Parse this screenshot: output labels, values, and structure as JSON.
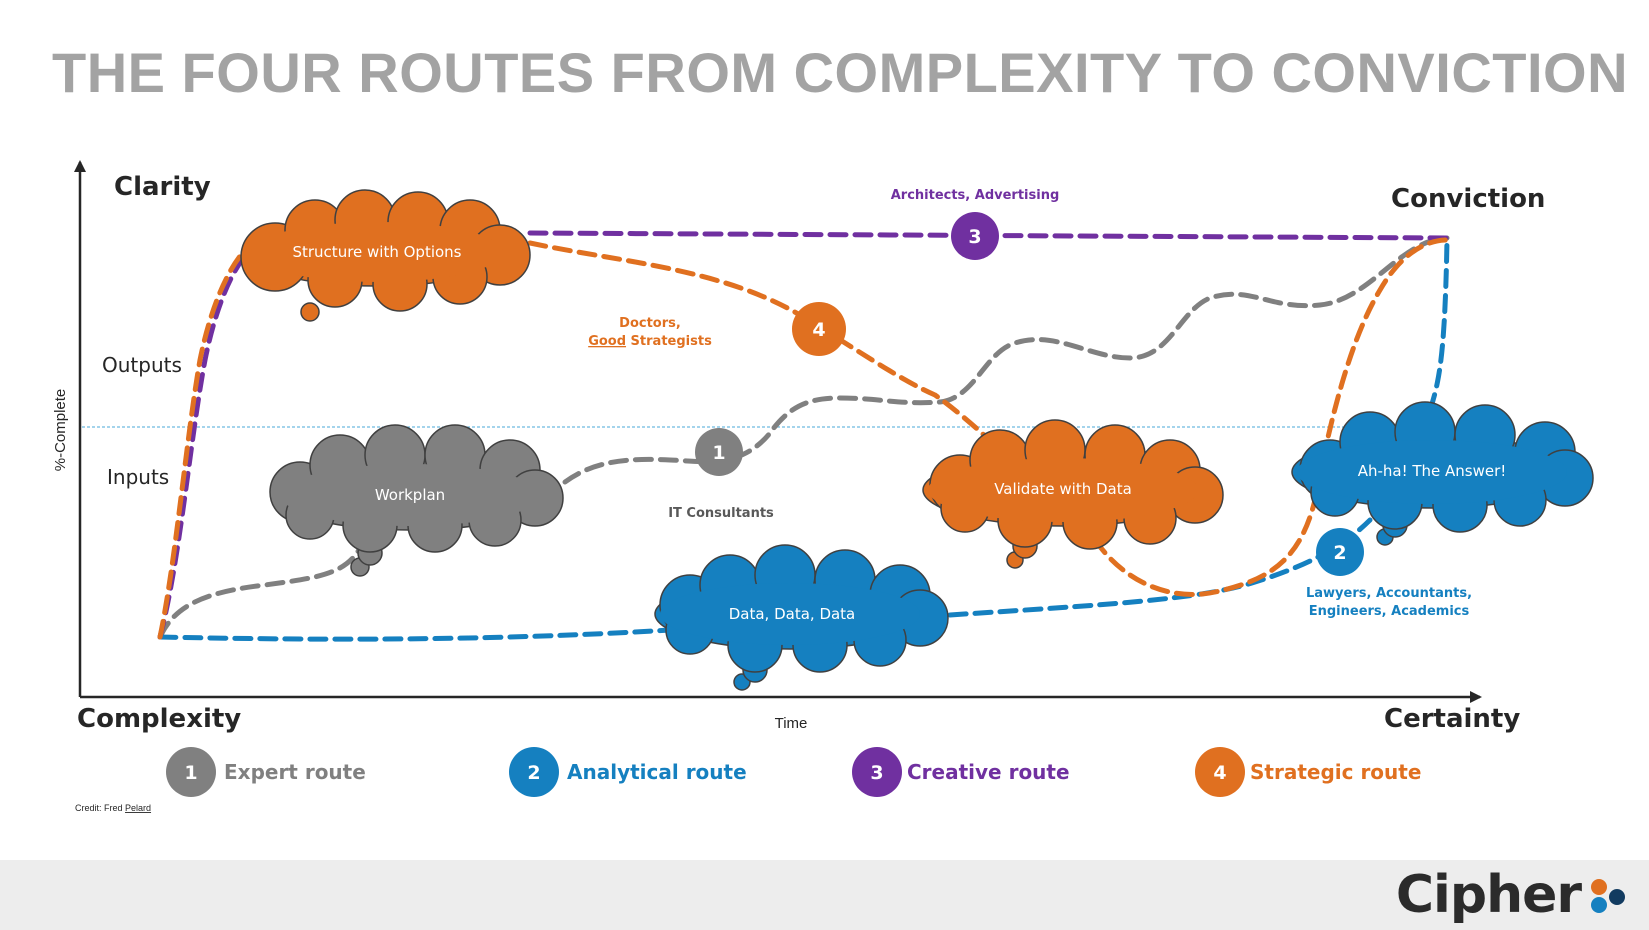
{
  "title": "THE FOUR ROUTES FROM COMPLEXITY TO CONVICTION",
  "colors": {
    "grey": "#808080",
    "blue": "#1580c0",
    "purple": "#7030a0",
    "orange": "#e07020",
    "axis": "#262626",
    "title": "#a3a3a3"
  },
  "axes": {
    "y_label": "%-Complete",
    "x_label": "Time",
    "top_left": "Clarity",
    "bottom_left": "Complexity",
    "top_right": "Conviction",
    "bottom_right": "Certainty",
    "outputs": "Outputs",
    "inputs": "Inputs"
  },
  "clouds": {
    "structure": "Structure with Options",
    "workplan": "Workplan",
    "data": "Data, Data, Data",
    "validate": "Validate with Data",
    "answer": "Ah-ha!  The Answer!"
  },
  "markers": {
    "expert": "1",
    "analytical": "2",
    "creative": "3",
    "strategic": "4"
  },
  "route_labels": {
    "architects": "Architects, Advertising",
    "doctors_line1": "Doctors,",
    "doctors_good": "Good",
    "doctors_rest": " Strategists",
    "it": "IT Consultants",
    "lawyers_line1": "Lawyers, Accountants,",
    "lawyers_line2": "Engineers, Academics"
  },
  "legend": [
    {
      "number": "1",
      "label": "Expert route",
      "color": "#808080"
    },
    {
      "number": "2",
      "label": "Analytical route",
      "color": "#1580c0"
    },
    {
      "number": "3",
      "label": "Creative route",
      "color": "#7030a0"
    },
    {
      "number": "4",
      "label": "Strategic route",
      "color": "#e07020"
    }
  ],
  "credit": {
    "prefix": "Credit: Fred ",
    "name": "Pelard"
  },
  "logo": "Cipher"
}
